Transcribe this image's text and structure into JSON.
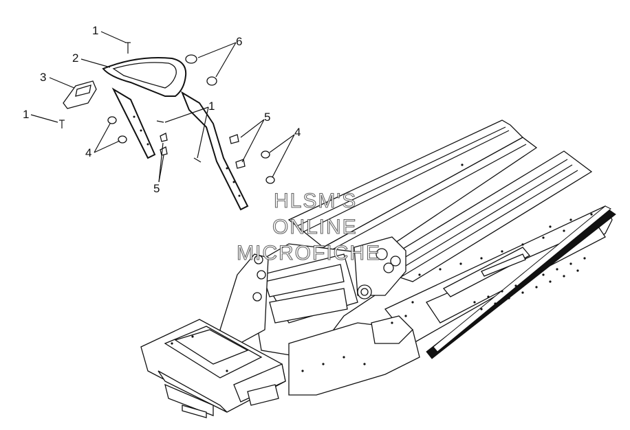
{
  "callouts": {
    "c1a": "1",
    "c2": "2",
    "c3": "3",
    "c1b": "1",
    "c6": "6",
    "c1c": "1",
    "c5a": "5",
    "c4a": "4",
    "c4b": "4",
    "c5b": "5"
  },
  "watermark": {
    "line1": "HLSM'S",
    "line2": "ONLINE",
    "line3": "MICROFICHE"
  },
  "colors": {
    "ink": "#111111",
    "background": "#ffffff",
    "watermark": "#555555"
  }
}
